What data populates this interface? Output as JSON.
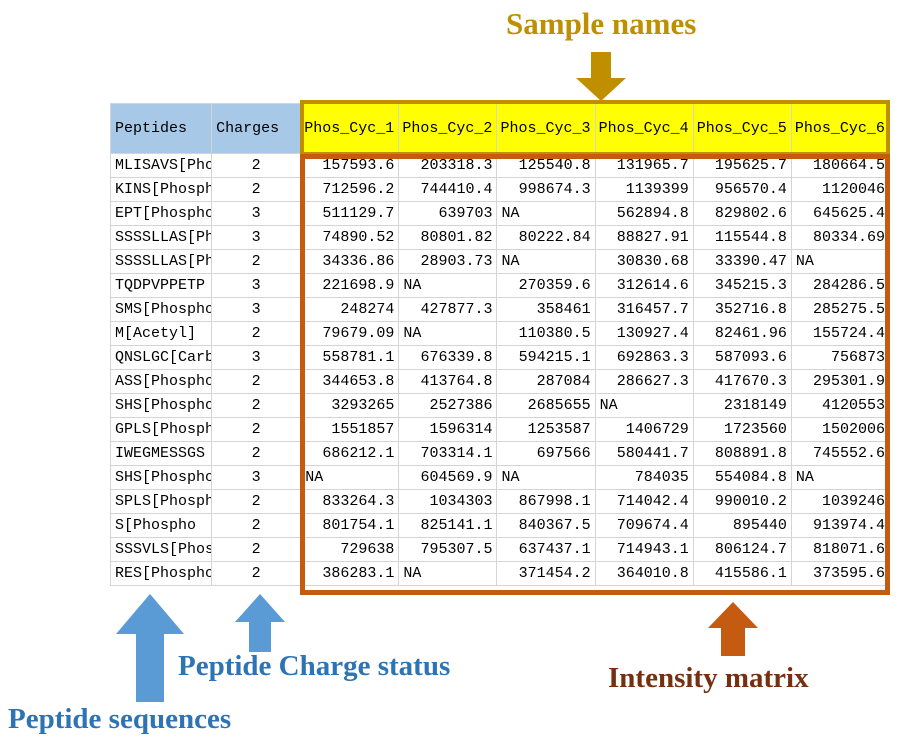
{
  "annotations": {
    "sample_names": "Sample names",
    "peptide_sequences": "Peptide sequences",
    "charge_status": "Peptide Charge status",
    "intensity_matrix": "Intensity matrix"
  },
  "colors": {
    "sample_names_label": "#BF8F00",
    "sample_names_arrow": "#BF8F00",
    "sample_header_fill": "#FFFF00",
    "blue_label": "#2E74B5",
    "blue_arrow": "#5B9BD5",
    "intensity_label": "#772F10",
    "intensity_arrow": "#C55A11",
    "table_header_fill": "#A8C8E8",
    "grid_line": "#D4D4D4"
  },
  "table": {
    "headers": {
      "peptides": "Peptides",
      "charges": "Charges",
      "samples": [
        "Phos_Cyc_1",
        "Phos_Cyc_2",
        "Phos_Cyc_3",
        "Phos_Cyc_4",
        "Phos_Cyc_5",
        "Phos_Cyc_6"
      ]
    },
    "rows": [
      {
        "peptide": "MLISAVS[Phospho",
        "charge": "2",
        "values": [
          "157593.6",
          "203318.3",
          "125540.8",
          "131965.7",
          "195625.7",
          "180664.5"
        ]
      },
      {
        "peptide": "KINS[Phospho",
        "charge": "2",
        "values": [
          "712596.2",
          "744410.4",
          "998674.3",
          "1139399",
          "956570.4",
          "1120046"
        ]
      },
      {
        "peptide": "EPT[Phospho",
        "charge": "3",
        "values": [
          "511129.7",
          "639703",
          "NA",
          "562894.8",
          "829802.6",
          "645625.4"
        ]
      },
      {
        "peptide": "SSSSLLAS[Phospho",
        "charge": "3",
        "values": [
          "74890.52",
          "80801.82",
          "80222.84",
          "88827.91",
          "115544.8",
          "80334.69"
        ]
      },
      {
        "peptide": "SSSSLLAS[Phospho",
        "charge": "2",
        "values": [
          "34336.86",
          "28903.73",
          "NA",
          "30830.68",
          "33390.47",
          "NA"
        ]
      },
      {
        "peptide": "TQDPVPPETP",
        "charge": "3",
        "values": [
          "221698.9",
          "NA",
          "270359.6",
          "312614.6",
          "345215.3",
          "284286.5"
        ]
      },
      {
        "peptide": "SMS[Phospho",
        "charge": "3",
        "values": [
          "248274",
          "427877.3",
          "358461",
          "316457.7",
          "352716.8",
          "285275.5"
        ]
      },
      {
        "peptide": "M[Acetyl]",
        "charge": "2",
        "values": [
          "79679.09",
          "NA",
          "110380.5",
          "130927.4",
          "82461.96",
          "155724.4"
        ]
      },
      {
        "peptide": "QNSLGC[Carbamido",
        "charge": "3",
        "values": [
          "558781.1",
          "676339.8",
          "594215.1",
          "692863.3",
          "587093.6",
          "756873"
        ]
      },
      {
        "peptide": "ASS[Phospho",
        "charge": "2",
        "values": [
          "344653.8",
          "413764.8",
          "287084",
          "286627.3",
          "417670.3",
          "295301.9"
        ]
      },
      {
        "peptide": "SHS[Phospho",
        "charge": "2",
        "values": [
          "3293265",
          "2527386",
          "2685655",
          "NA",
          "2318149",
          "4120553"
        ]
      },
      {
        "peptide": "GPLS[Phospho",
        "charge": "2",
        "values": [
          "1551857",
          "1596314",
          "1253587",
          "1406729",
          "1723560",
          "1502006"
        ]
      },
      {
        "peptide": "IWEGMESSGS",
        "charge": "2",
        "values": [
          "686212.1",
          "703314.1",
          "697566",
          "580441.7",
          "808891.8",
          "745552.6"
        ]
      },
      {
        "peptide": "SHS[Phospho",
        "charge": "3",
        "values": [
          "NA",
          "604569.9",
          "NA",
          "784035",
          "554084.8",
          "NA"
        ]
      },
      {
        "peptide": "SPLS[Phospho",
        "charge": "2",
        "values": [
          "833264.3",
          "1034303",
          "867998.1",
          "714042.4",
          "990010.2",
          "1039246"
        ]
      },
      {
        "peptide": "S[Phospho",
        "charge": "2",
        "values": [
          "801754.1",
          "825141.1",
          "840367.5",
          "709674.4",
          "895440",
          "913974.4"
        ]
      },
      {
        "peptide": "SSSVLS[Phospho",
        "charge": "2",
        "values": [
          "729638",
          "795307.5",
          "637437.1",
          "714943.1",
          "806124.7",
          "818071.6"
        ]
      },
      {
        "peptide": "RES[Phospho",
        "charge": "2",
        "values": [
          "386283.1",
          "NA",
          "371454.2",
          "364010.8",
          "415586.1",
          "373595.6"
        ]
      }
    ]
  }
}
